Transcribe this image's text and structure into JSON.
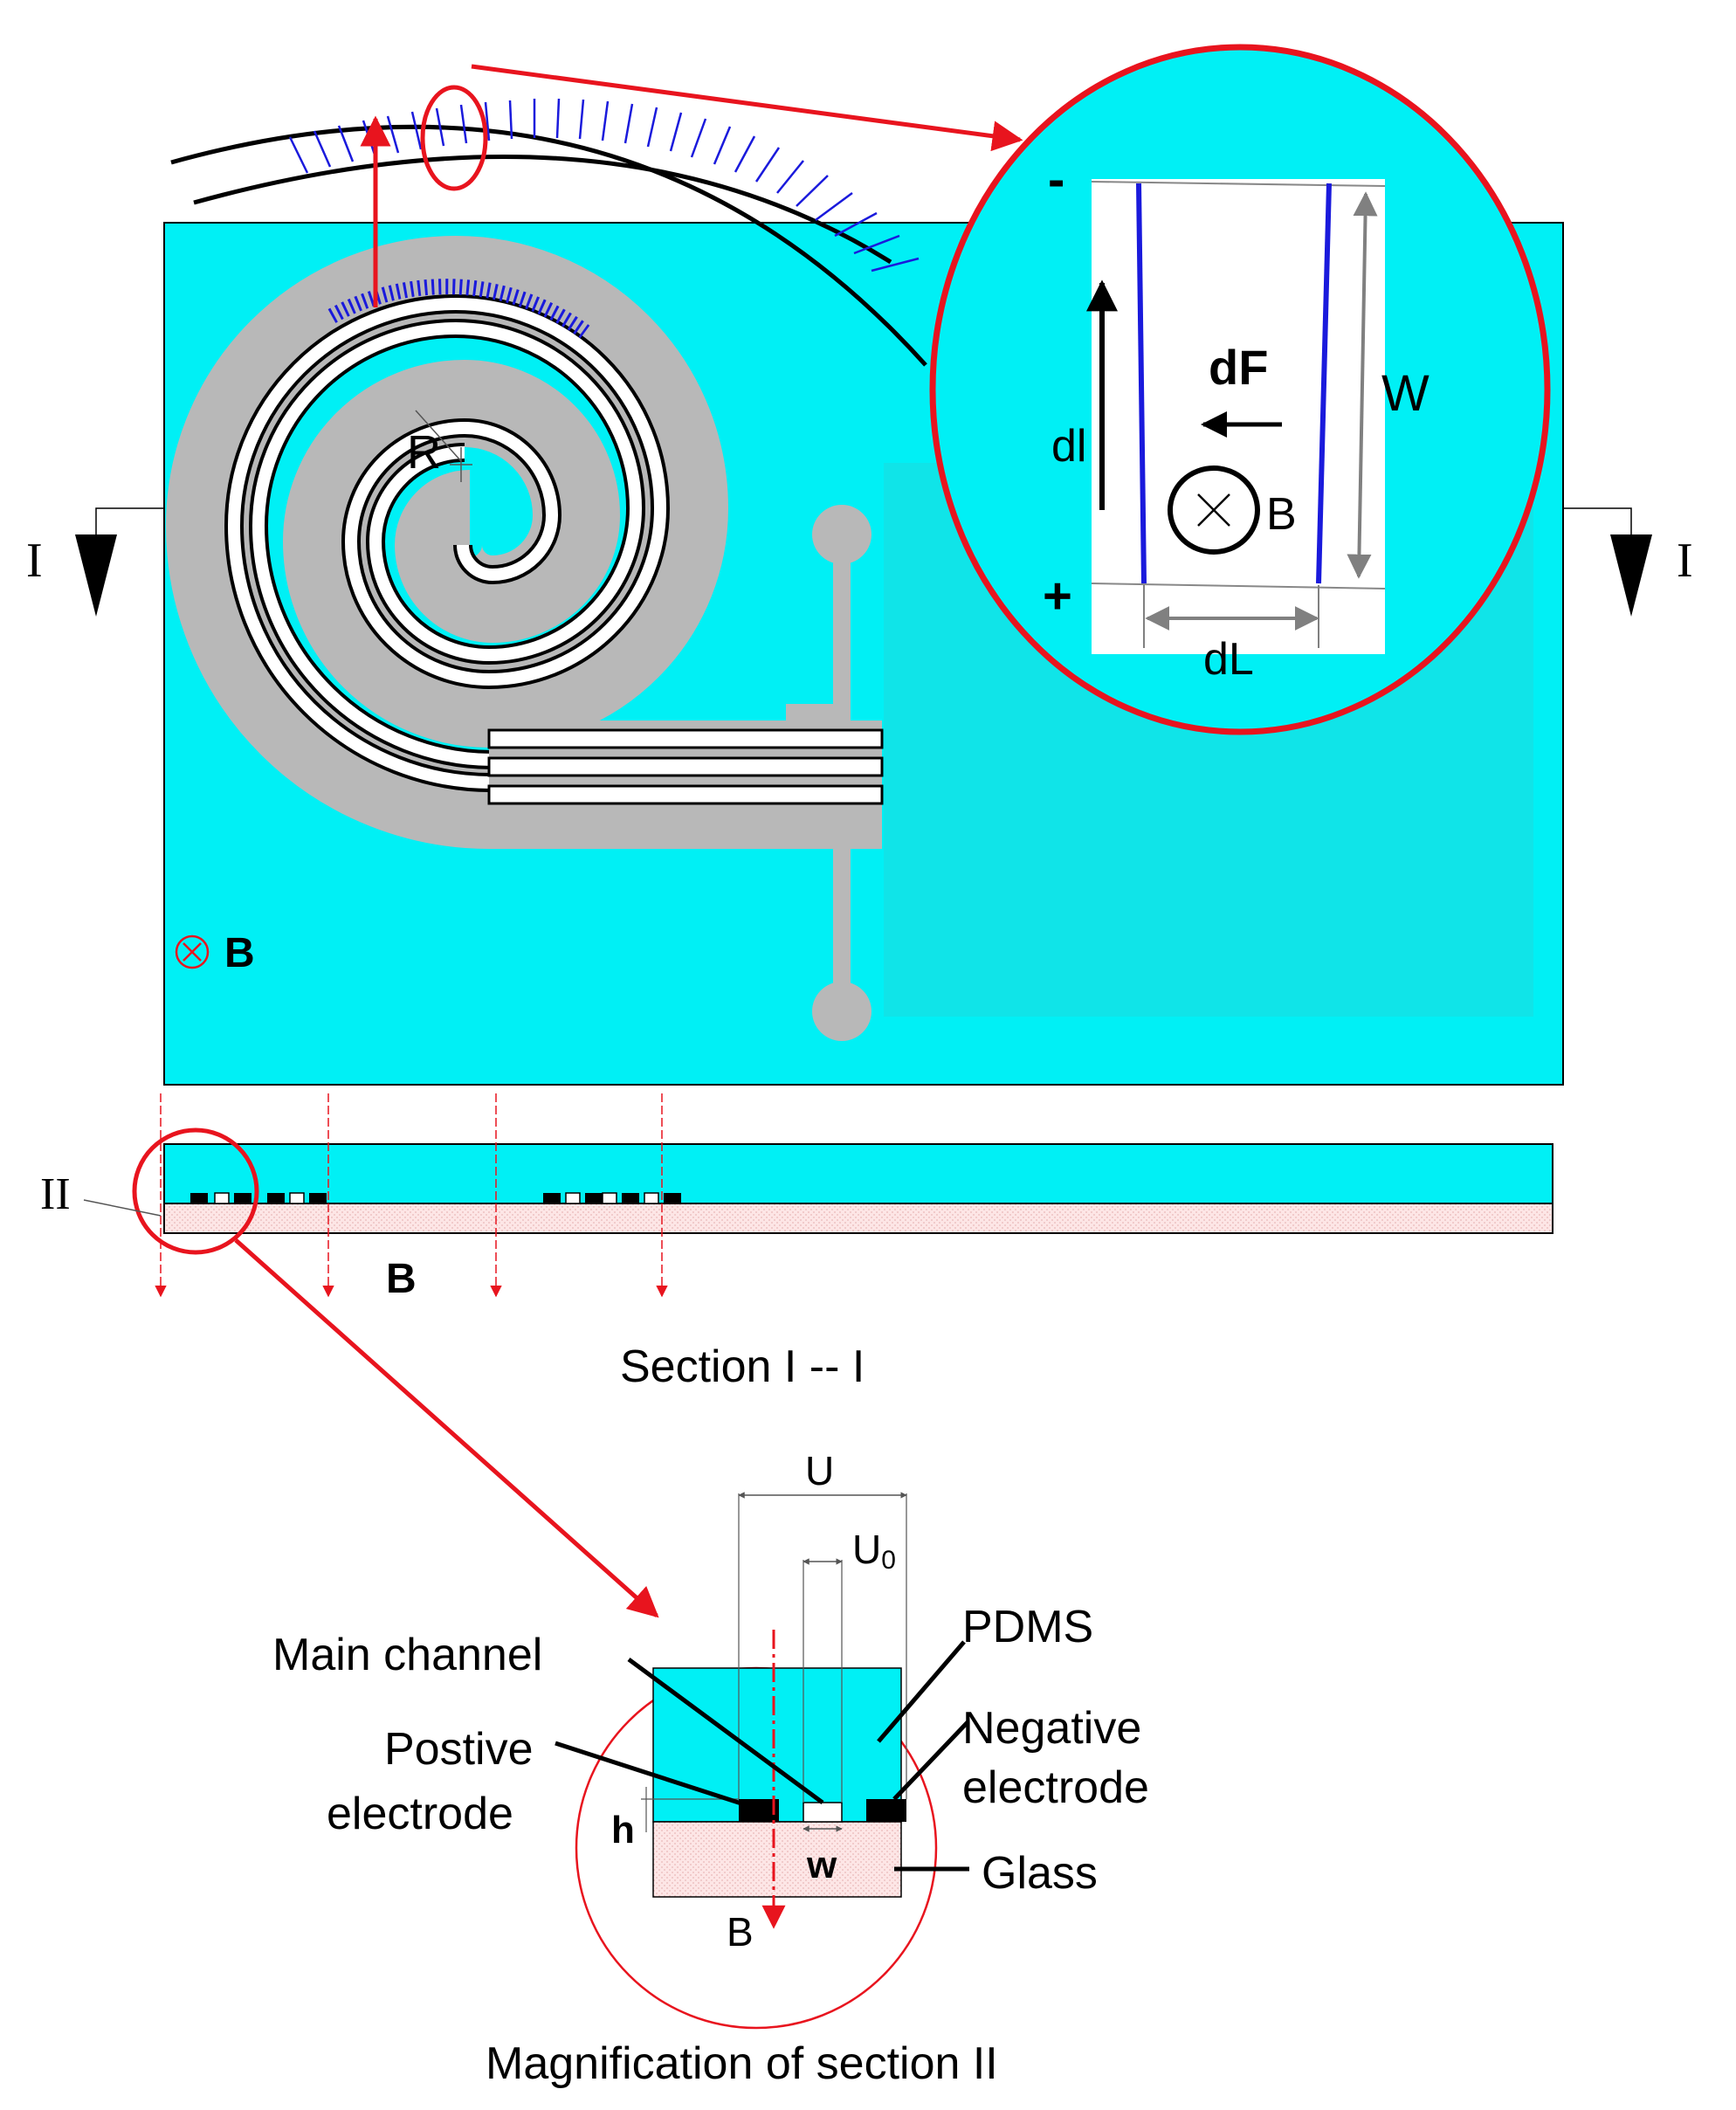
{
  "labels": {
    "radius": "R",
    "field_symbol": "B",
    "section_mark_left": "I",
    "section_mark_right": "I",
    "zoom_minus": "-",
    "zoom_plus": "+",
    "zoom_force": "dF",
    "zoom_current": "dl",
    "zoom_field": "B",
    "zoom_width": "W",
    "zoom_length": "dL",
    "section_ii": "II",
    "section_field": "B",
    "section_caption": "Section  I -- I",
    "dim_u": "U",
    "dim_u0": "U",
    "dim_u0_sub": "0",
    "pdms": "PDMS",
    "main_channel": "Main channel",
    "negative_electrode_1": "Negative",
    "negative_electrode_2": "electrode",
    "positive_electrode_1": "Postive",
    "positive_electrode_2": "electrode",
    "dim_h": "h",
    "dim_w": "w",
    "glass": "Glass",
    "mag_field": "B",
    "magnification_caption": "Magnification of section  II"
  },
  "colors": {
    "pdms": "#00f0f5",
    "pdms_inner": "#10e4e8",
    "electrode": "#b8b8b8",
    "channel": "#ffffff",
    "glass": "#fde6e6",
    "highlight": "#e8141e",
    "current_lines": "#1a1adc",
    "ink": "#000000"
  }
}
